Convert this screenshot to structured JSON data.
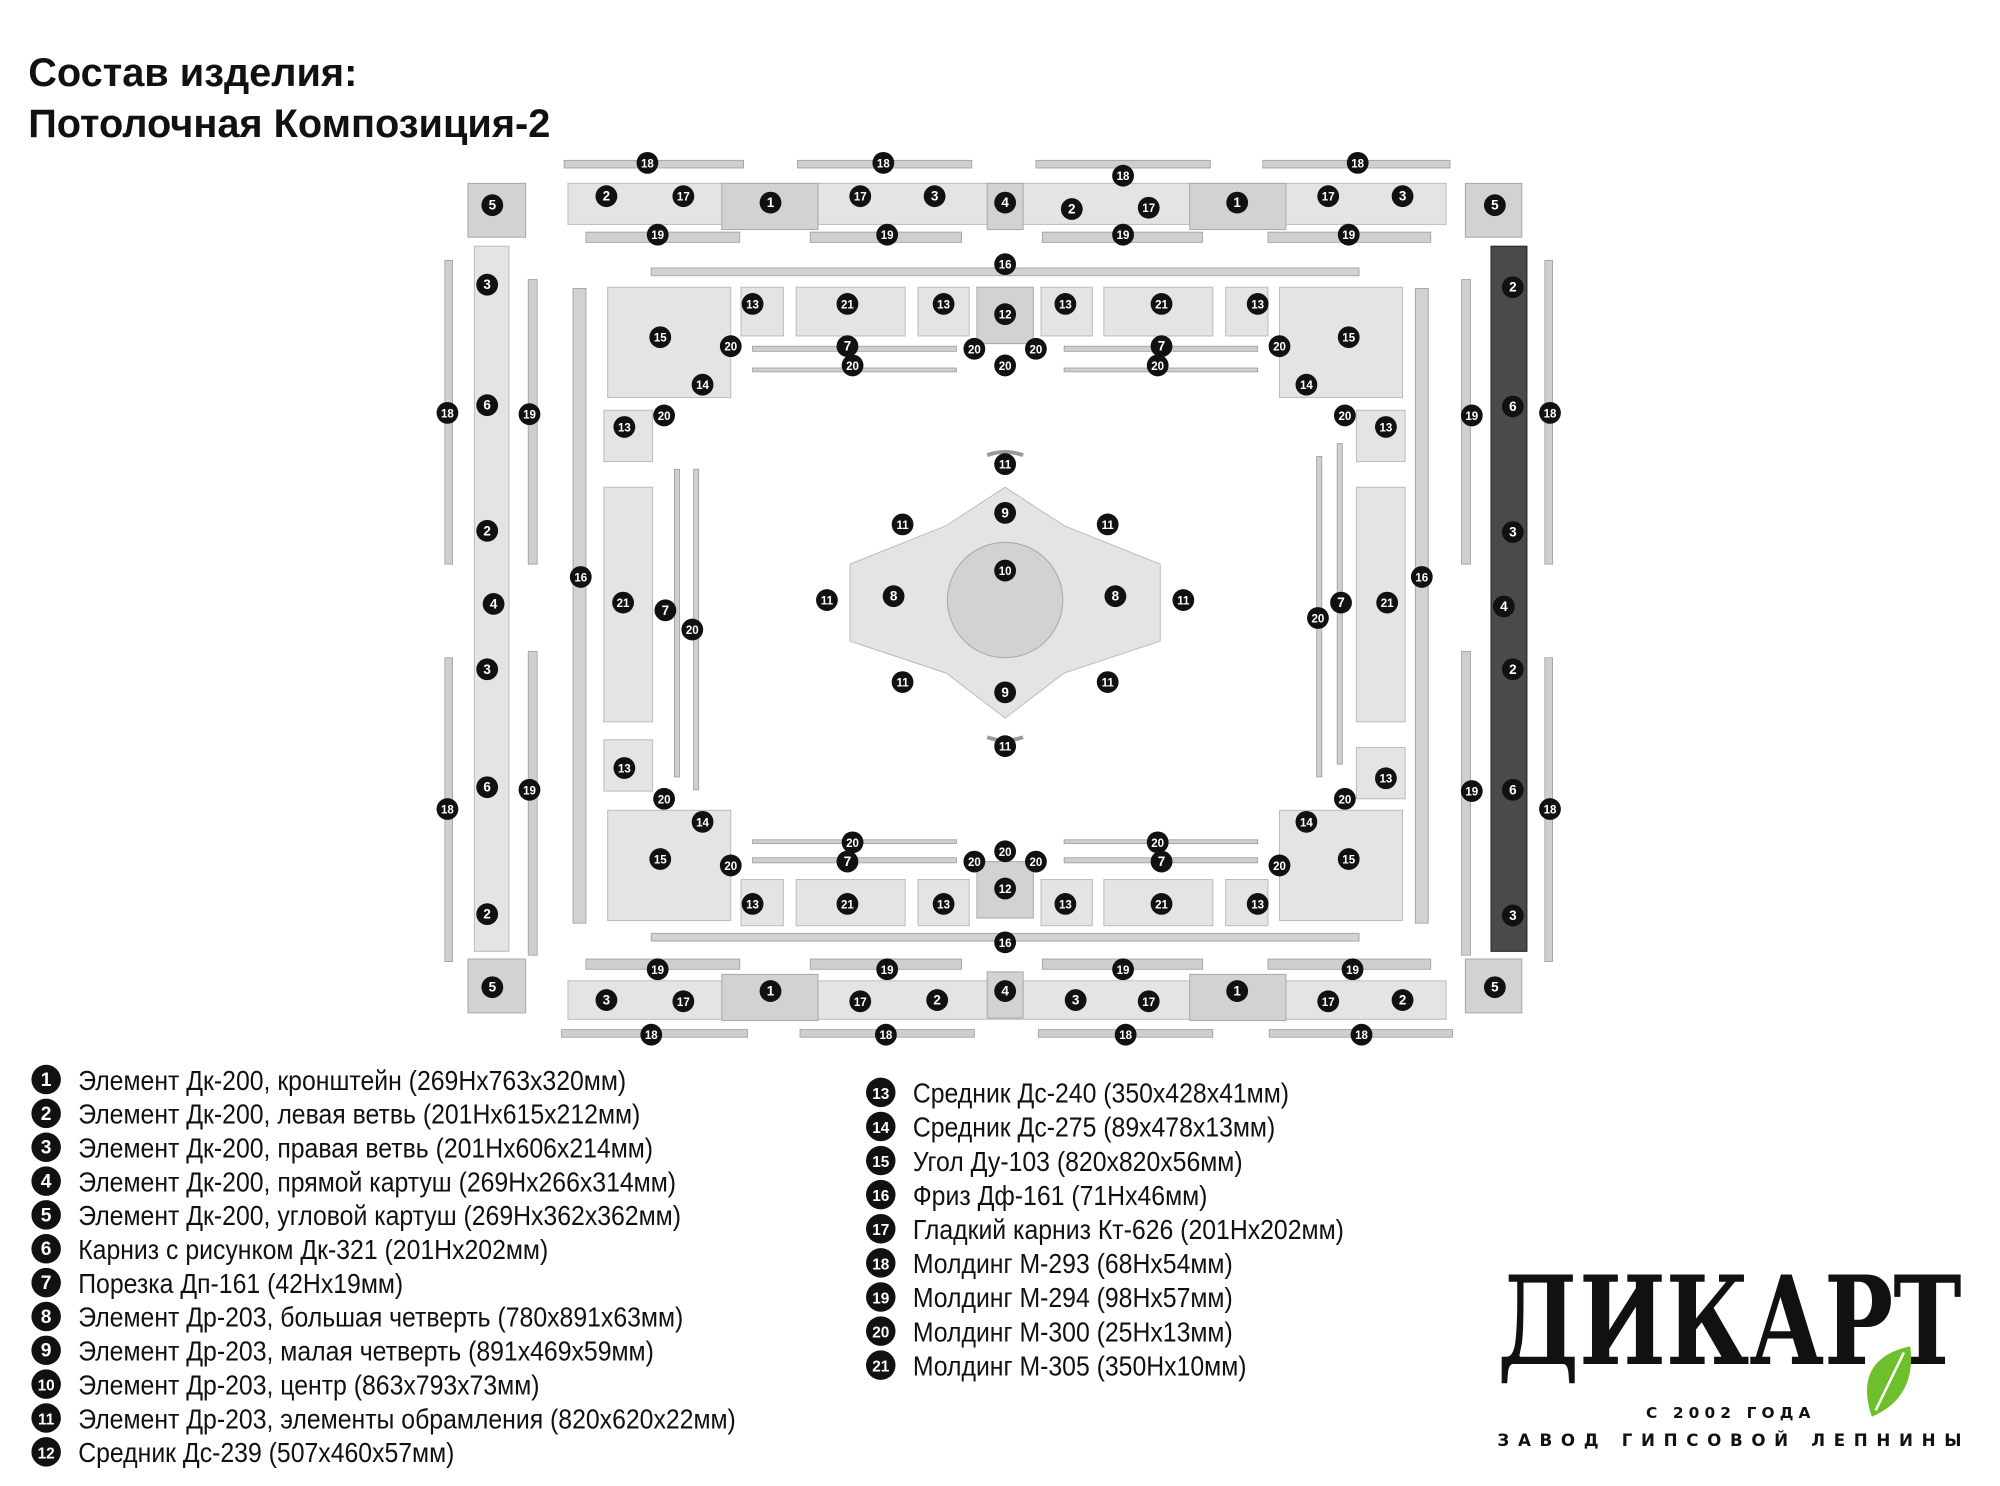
{
  "header": {
    "title_line1": "Состав изделия:",
    "title_line2": "Потолочная Композиция-2"
  },
  "diagram": {
    "markers": [
      "18",
      "18",
      "18",
      "18",
      "5",
      "5",
      "2",
      "17",
      "1",
      "17",
      "3",
      "4",
      "2",
      "17",
      "1",
      "17",
      "3",
      "19",
      "19",
      "19",
      "19",
      "16",
      "3",
      "6",
      "2",
      "4",
      "3",
      "6",
      "2",
      "5",
      "18",
      "18",
      "19",
      "19",
      "16",
      "2",
      "6",
      "3",
      "4",
      "2",
      "6",
      "3",
      "5",
      "19",
      "19",
      "18",
      "18",
      "16",
      "15",
      "13",
      "21",
      "13",
      "12",
      "13",
      "21",
      "13",
      "15",
      "20",
      "7",
      "20",
      "20",
      "20",
      "20",
      "7",
      "20",
      "20",
      "14",
      "14",
      "20",
      "13",
      "20",
      "13",
      "21",
      "7",
      "20",
      "20",
      "7",
      "21",
      "13",
      "13",
      "20",
      "20",
      "14",
      "14",
      "15",
      "15",
      "20",
      "7",
      "20",
      "20",
      "20",
      "20",
      "12",
      "7",
      "20",
      "20",
      "13",
      "21",
      "13",
      "13",
      "21",
      "13",
      "16",
      "19",
      "19",
      "19",
      "19",
      "3",
      "17",
      "1",
      "17",
      "2",
      "4",
      "3",
      "17",
      "1",
      "17",
      "2",
      "18",
      "18",
      "18",
      "18",
      "11",
      "9",
      "11",
      "11",
      "10",
      "11",
      "8",
      "8",
      "11",
      "11",
      "11",
      "9",
      "11"
    ]
  },
  "legend": {
    "items": [
      {
        "num": "1",
        "text": "Элемент Дк-200, кронштейн (269Hx763x320мм)"
      },
      {
        "num": "2",
        "text": "Элемент Дк-200, левая ветвь (201Hx615x212мм)"
      },
      {
        "num": "3",
        "text": "Элемент Дк-200, правая ветвь (201Hx606x214мм)"
      },
      {
        "num": "4",
        "text": "Элемент Дк-200, прямой картуш (269Hx266x314мм)"
      },
      {
        "num": "5",
        "text": "Элемент Дк-200, угловой картуш (269Hx362x362мм)"
      },
      {
        "num": "6",
        "text": "Карниз с рисунком Дк-321 (201Hx202мм)"
      },
      {
        "num": "7",
        "text": "Порезка Дп-161 (42Hx19мм)"
      },
      {
        "num": "8",
        "text": "Элемент Др-203, большая четверть (780x891x63мм)"
      },
      {
        "num": "9",
        "text": "Элемент Др-203, малая четверть (891x469x59мм)"
      },
      {
        "num": "10",
        "text": "Элемент Др-203, центр (863x793x73мм)"
      },
      {
        "num": "11",
        "text": "Элемент Др-203, элементы обрамления (820x620x22мм)"
      },
      {
        "num": "12",
        "text": "Средник Дс-239 (507x460x57мм)"
      },
      {
        "num": "13",
        "text": "Средник Дс-240 (350x428x41мм)"
      },
      {
        "num": "14",
        "text": "Средник Дс-275 (89x478x13мм)"
      },
      {
        "num": "15",
        "text": "Угол Ду-103 (820x820x56мм)"
      },
      {
        "num": "16",
        "text": "Фриз Дф-161 (71Hx46мм)"
      },
      {
        "num": "17",
        "text": "Гладкий карниз Кт-626 (201Hx202мм)"
      },
      {
        "num": "18",
        "text": "Молдинг М-293 (68Hx54мм)"
      },
      {
        "num": "19",
        "text": "Молдинг М-294 (98Hx57мм)"
      },
      {
        "num": "20",
        "text": "Молдинг М-300 (25Hx13мм)"
      },
      {
        "num": "21",
        "text": "Молдинг М-305 (350Hx10мм)"
      }
    ]
  },
  "logo": {
    "name": "ДИКАРТ",
    "since": "С 2002 ГОДА",
    "tagline": "ЗАВОД ГИПСОВОЙ ЛЕПНИНЫ",
    "leaf_color": "#6dbf2c"
  }
}
